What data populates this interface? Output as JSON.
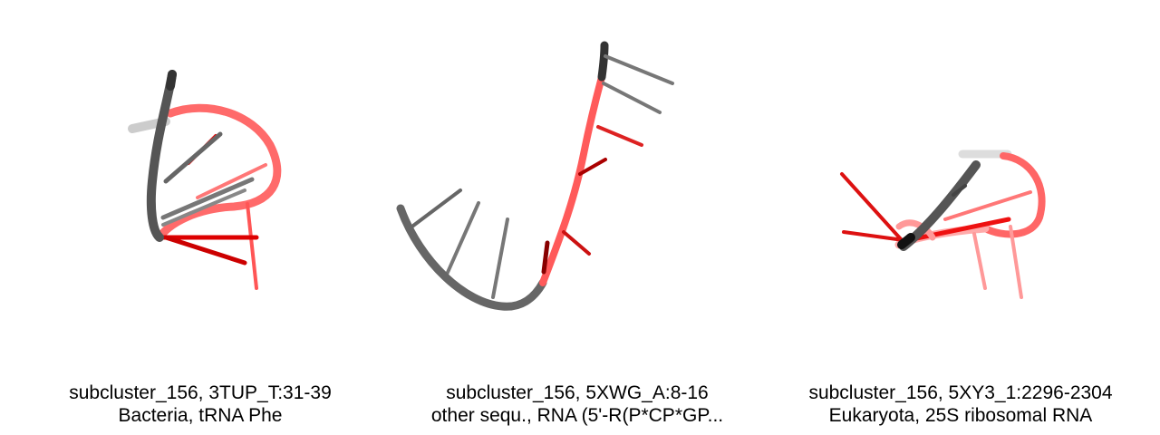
{
  "panels": [
    {
      "line1": "subcluster_156, 3TUP_T:31-39",
      "line2": "Bacteria, tRNA Phe"
    },
    {
      "line1": "subcluster_156, 5XWG_A:8-16",
      "line2": "other sequ., RNA (5'-R(P*CP*GP..."
    },
    {
      "line1": "subcluster_156, 5XY3_1:2296-2304",
      "line2": "Eukaryota, 25S ribosomal RNA"
    }
  ],
  "colors": {
    "backbone_gray": "#555555",
    "backbone_red": "#ff5555",
    "base_red": "#dd1111",
    "base_gray": "#666666"
  }
}
